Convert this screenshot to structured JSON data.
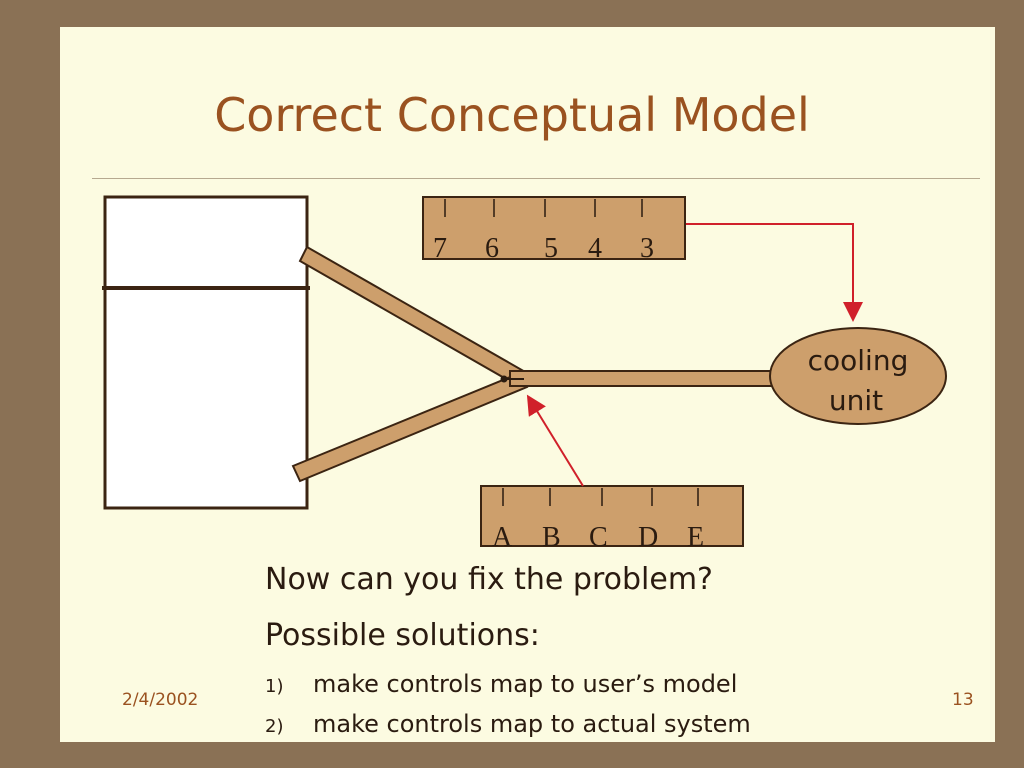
{
  "title": "Correct Conceptual Model",
  "top_dial": {
    "labels": [
      "7",
      "6",
      "5",
      "4",
      "3"
    ]
  },
  "bottom_dial": {
    "labels": [
      "A",
      "B",
      "C",
      "D",
      "E"
    ]
  },
  "cooling_unit": {
    "line1": "cooling",
    "line2": "unit"
  },
  "question": "Now can you fix the problem?",
  "possible_solutions": "Possible solutions:",
  "solutions": [
    {
      "num": "1)",
      "text": "make controls map to user’s model"
    },
    {
      "num": "2)",
      "text": "make controls map to actual system"
    }
  ],
  "footer": {
    "date": "2/4/2002",
    "page": "13"
  },
  "colors": {
    "background": "#8a7155",
    "slide": "#fcfbe1",
    "title": "#9a5220",
    "arrow": "#d0202a",
    "tube": "#cd9f6c"
  }
}
